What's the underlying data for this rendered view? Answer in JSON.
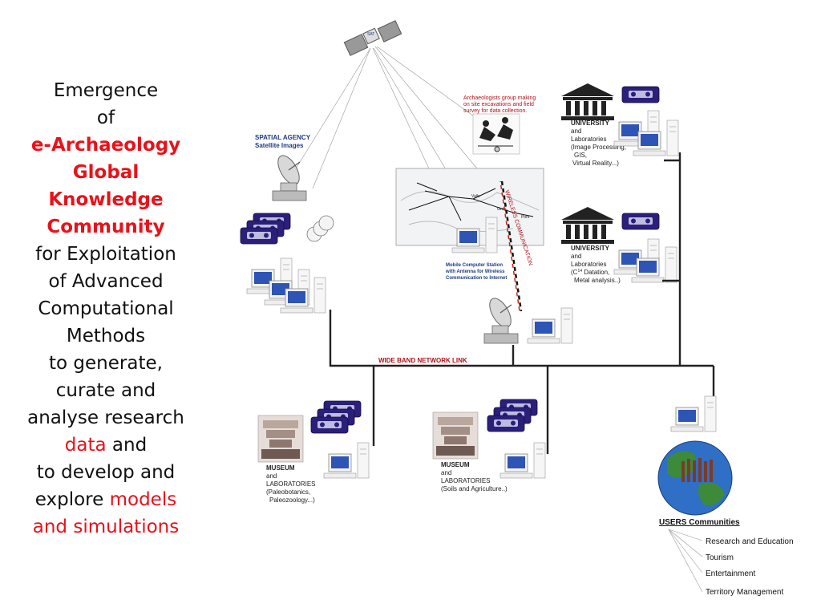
{
  "title": {
    "line1": "Emergence",
    "line2": "of",
    "line3": "e-Archaeology",
    "line4": "Global",
    "line5": "Knowledge",
    "line6": "Community",
    "line7": "for Exploitation",
    "line8": "of Advanced",
    "line9": "Computational",
    "line10": "Methods",
    "line11": "to generate,",
    "line12": "curate and",
    "line13": "analyse research",
    "line14_red": "data",
    "line14_rest": " and",
    "line15": "to develop and",
    "line16_black": "explore ",
    "line16_red": "models",
    "line17": "and simulations"
  },
  "colors": {
    "accent_red": "#e8121a",
    "network_line": "#222222",
    "label_blue": "#1d3a8a",
    "media_purple": "#2a1f7a"
  },
  "nodes": {
    "spatial_agency": {
      "line1": "SPATIAL  AGENCY",
      "line2": "Satellite Images"
    },
    "archaeologists": {
      "line1": "Archaeologists group making",
      "line2": "on site excavations and field",
      "line3": "survey  for  data  collection."
    },
    "university1": {
      "line1": "UNIVERSITY",
      "line2": "and",
      "line3": "Laboratories",
      "line4": "(Image Processing,",
      "line5": "GIS,",
      "line6": "Virtual Reality...)"
    },
    "university2": {
      "line1": "UNIVERSITY",
      "line2": "and",
      "line3": "Laboratories",
      "line4": "(C",
      "line4_sup": "14",
      "line4_rest": " Datation,",
      "line5": "Metal analysis..)"
    },
    "mobile_station": {
      "line1": "Mobile  Computer  Station",
      "line2": "with   Antenna  for Wireless",
      "line3": "Communication to Internet"
    },
    "wireless_link": "WIRELESS COMMUNICATION",
    "network_link": "WIDE BAND NETWORK LINK",
    "museum1": {
      "line1": "MUSEUM",
      "line2": "and",
      "line3": "LABORATORIES",
      "line4": "(Paleobotanics,",
      "line5": "Paleozoology...)"
    },
    "museum2": {
      "line1": "MUSEUM",
      "line2": "and",
      "line3": "LABORATORIES",
      "line4": "(Soils and Agriculture..)"
    },
    "users": {
      "title": "USERS Communities",
      "items": [
        "Research and Education",
        "Tourism",
        "Entertainment",
        "Territory Management"
      ]
    },
    "map_labels": [
      "Valle",
      "Gree",
      "Pont"
    ]
  }
}
